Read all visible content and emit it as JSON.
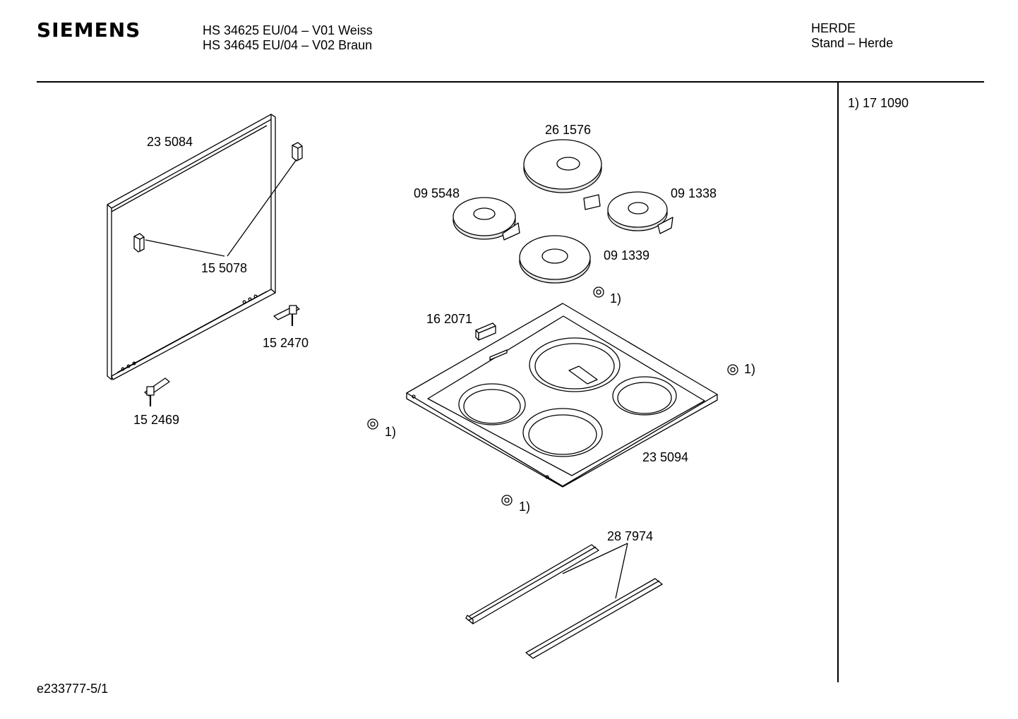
{
  "header": {
    "brand": "SIEMENS",
    "models": [
      "HS 34625 EU/04 – V01 Weiss",
      "HS 34645 EU/04 – V02 Braun"
    ],
    "category": "HERDE",
    "subcategory": "Stand – Herde"
  },
  "legend_note": "1) 17 1090",
  "footer_code": "e233777-5/1",
  "parts": {
    "frame": "23 5084",
    "clip": "15 5078",
    "hinge_right": "15 2470",
    "hinge_left": "15 2469",
    "plate_large": "26 1576",
    "plate_left": "09 5548",
    "plate_right": "09 1338",
    "plate_front": "09 1339",
    "bracket": "16 2071",
    "hob_top": "23 5094",
    "rails": "28 7974",
    "ref_note": "1)"
  }
}
